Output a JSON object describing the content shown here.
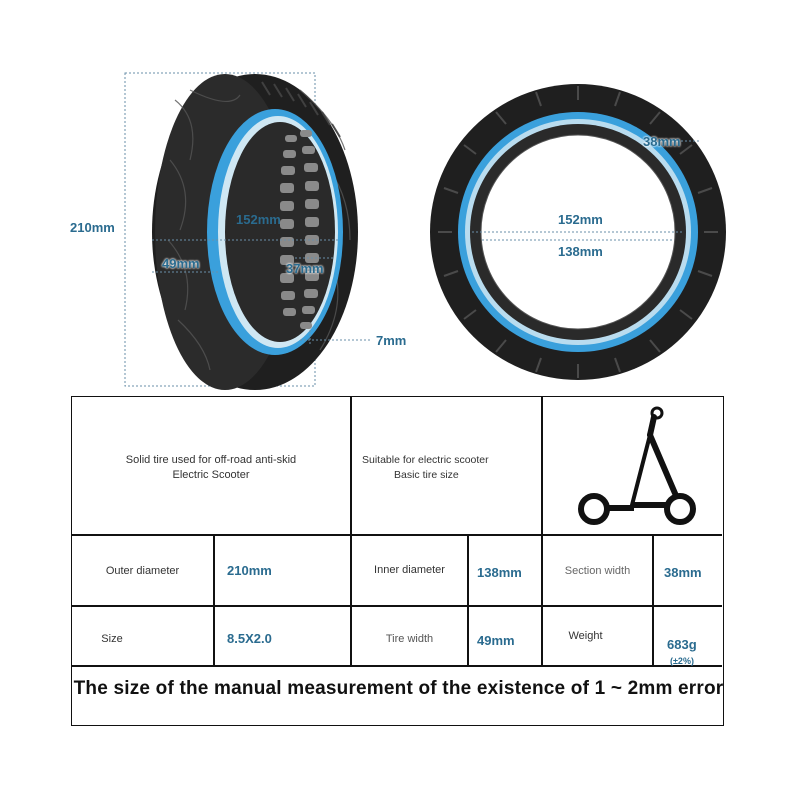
{
  "diagram": {
    "side_view": {
      "outer_height": "210mm",
      "rim_diameter": "152mm",
      "width": "49mm",
      "inner_width": "37mm",
      "wall": "7mm"
    },
    "front_view": {
      "section": "38mm",
      "rim_diameter": "152mm",
      "inner_diameter": "138mm"
    }
  },
  "table": {
    "description_1": "Solid tire used for off-road anti-skid Electric Scooter",
    "description_1_line1": "Solid tire used for off-road anti-skid",
    "description_1_line2": "Electric Scooter",
    "description_2_line1": "Suitable for  electric scooter",
    "description_2_line2": "Basic tire size",
    "outer_diameter_label": "Outer diameter",
    "outer_diameter_value": "210mm",
    "inner_diameter_label": "Inner diameter",
    "inner_diameter_value": "138mm",
    "section_width_label": "Section width",
    "section_width_value": "38mm",
    "size_label": "Size",
    "size_value": "8.5X2.0",
    "tire_width_label": "Tire width",
    "tire_width_value": "49mm",
    "weight_label": "Weight",
    "weight_value": "683g",
    "weight_tolerance": "(±2%)"
  },
  "note": "The size of the manual measurement of the existence of 1 ~ 2mm error",
  "colors": {
    "accent_blue": "#3aa0dc",
    "label_blue": "#2a6b8f",
    "tire_black": "#1c1c1c"
  }
}
